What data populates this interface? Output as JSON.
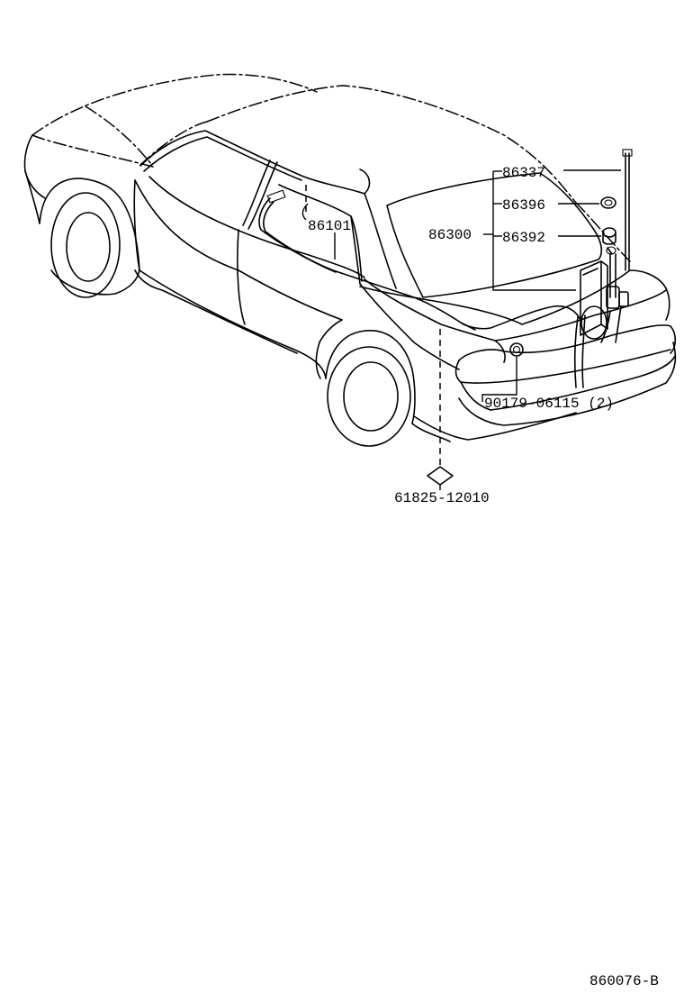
{
  "diagram": {
    "parts": {
      "p86337": "86337",
      "p86396": "86396",
      "p86300": "86300",
      "p86392": "86392",
      "p86101": "86101",
      "p90179": "90179-06115 (2)",
      "p61825": "61825-12010"
    },
    "figure_code": "860076-B"
  }
}
